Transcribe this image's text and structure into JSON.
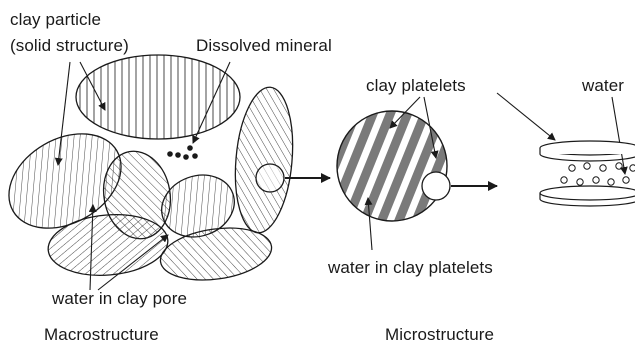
{
  "labels": {
    "clay_particle_line1": "clay particle",
    "clay_particle_line2": "(solid structure)",
    "dissolved_mineral": "Dissolved mineral",
    "clay_platelets": "clay platelets",
    "water": "water",
    "water_in_clay_platelets": "water in clay platelets",
    "water_in_clay_pore": "water in clay pore",
    "macrostructure": "Macrostructure",
    "microstructure": "Microstructure"
  },
  "colors": {
    "line": "#1a1a1a",
    "micro_hatch": "#7a7a7a",
    "background": "#ffffff"
  }
}
